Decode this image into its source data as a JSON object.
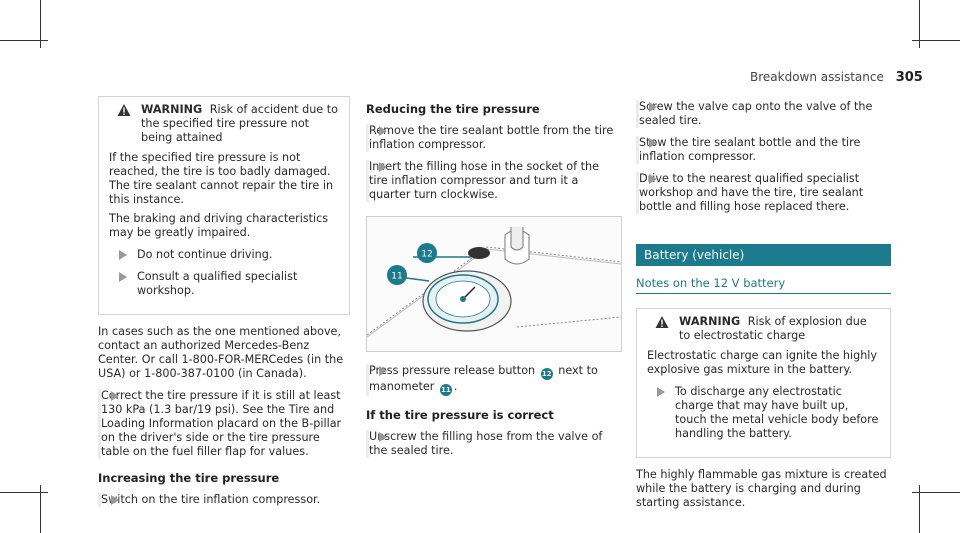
{
  "header": {
    "section": "Breakdown assistance",
    "page_number": "305"
  },
  "col1": {
    "warning": {
      "title": "WARNING",
      "lead": "Risk of accident due to the specified tire pressure not being attained",
      "para1": "If the specified tire pressure is not reached, the tire is too badly damaged. The tire sealant cannot repair the tire in this instance.",
      "para2": "The braking and driving characteristics may be greatly impaired.",
      "bullet1": "Do not continue driving.",
      "bullet2": "Consult a qualified specialist workshop."
    },
    "para": "In cases such as the one mentioned above, contact an authorized Mercedes-Benz Center. Or call 1-800-FOR-MERCedes (in the USA) or 1-800-387-0100 (in Canada).",
    "bullet": "Correct the tire pressure if it is still at least 130 kPa (1.3 bar/19 psi). See the Tire and Loading Information placard on the B-pillar on the driver's side or the tire pressure table on the fuel filler flap for values.",
    "heading": "Increasing the tire pressure",
    "bullet2": "Switch on the tire inflation compressor."
  },
  "col2": {
    "heading": "Reducing the tire pressure",
    "bullet1": "Remove the tire sealant bottle from the tire inflation compressor.",
    "bullet2": "Insert the filling hose in the socket of the tire inflation compressor and turn it a quarter turn clockwise.",
    "figure": {
      "marker_12": "12",
      "marker_11": "11"
    },
    "bullet3_a": "Press pressure release button",
    "bullet3_b": "next to manometer",
    "heading2": "If the tire pressure is correct",
    "bullet4": "Unscrew the filling hose from the valve of the sealed tire."
  },
  "col3": {
    "bullet1": "Screw the valve cap onto the valve of the sealed tire.",
    "bullet2": "Stow the tire sealant bottle and the tire inflation compressor.",
    "bullet3": "Drive to the nearest qualified specialist workshop and have the tire, tire sealant bottle and filling hose replaced there.",
    "section_title": "Battery (vehicle)",
    "section_sub": "Notes on the 12 V battery",
    "warning": {
      "title": "WARNING",
      "lead": "Risk of explosion due to electrostatic charge",
      "para": "Electrostatic charge can ignite the highly explosive gas mixture in the battery.",
      "bullet": "To discharge any electrostatic charge that may have built up, touch the metal vehicle body before handling the battery."
    },
    "para": "The highly flammable gas mixture is created while the battery is charging and during starting assistance."
  },
  "colors": {
    "accent": "#1b7a8c",
    "arrow": "#999999"
  }
}
